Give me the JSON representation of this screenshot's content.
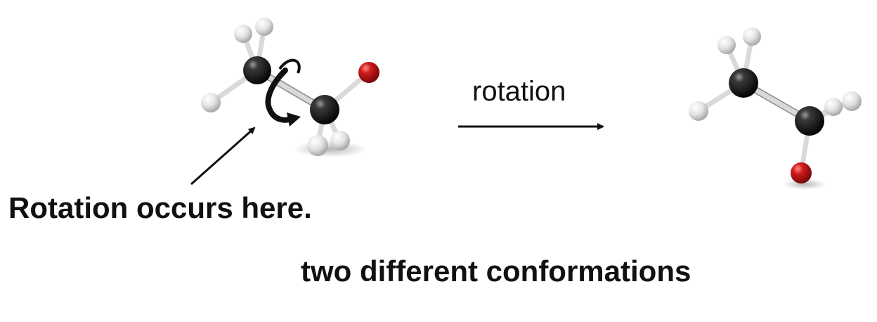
{
  "labels": {
    "rotation_site": "Rotation occurs here.",
    "reaction_arrow": "rotation",
    "caption": "two different conformations"
  },
  "colors": {
    "carbon": "#111111",
    "hydrogen": "#e6e6e6",
    "oxygen": "#c0161a",
    "bond": "#d9d9d9",
    "text": "#111111"
  },
  "molecules": [
    {
      "name": "conformation-before",
      "atoms": [
        "C",
        "C",
        "O",
        "H",
        "H",
        "H",
        "H",
        "H"
      ]
    },
    {
      "name": "conformation-after",
      "atoms": [
        "C",
        "C",
        "O",
        "H",
        "H",
        "H",
        "H",
        "H"
      ]
    }
  ]
}
